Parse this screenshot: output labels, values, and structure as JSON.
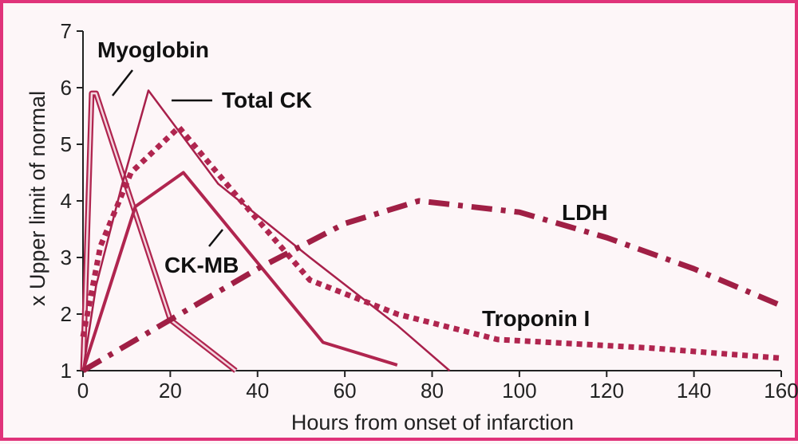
{
  "chart_data": {
    "type": "line",
    "title": "",
    "xlabel": "Hours from onset of infarction",
    "ylabel": "x Upper limit of normal",
    "xlim": [
      0,
      160
    ],
    "ylim": [
      1,
      7
    ],
    "xticks": [
      0,
      20,
      40,
      60,
      80,
      100,
      120,
      140,
      160
    ],
    "yticks": [
      1,
      2,
      3,
      4,
      5,
      6,
      7
    ],
    "grid": false,
    "series": [
      {
        "name": "Myoglobin",
        "color": "#b0254f",
        "style": "double-solid",
        "x": [
          0,
          2,
          3,
          20,
          35
        ],
        "y": [
          1,
          5.9,
          5.9,
          1.9,
          1.0
        ]
      },
      {
        "name": "Total CK",
        "color": "#a8204b",
        "style": "solid-thin",
        "x": [
          0,
          3,
          9,
          15,
          31,
          52,
          72,
          84
        ],
        "y": [
          1,
          2.5,
          4.3,
          5.95,
          4.3,
          3.0,
          1.8,
          1.0
        ]
      },
      {
        "name": "CK-MB",
        "color": "#b0254f",
        "style": "solid",
        "x": [
          0,
          12,
          23,
          55,
          72
        ],
        "y": [
          1,
          3.9,
          4.5,
          1.5,
          1.1
        ]
      },
      {
        "name": "Troponin I",
        "color": "#b0254f",
        "style": "dotted-thick",
        "x": [
          0,
          4,
          11,
          22,
          34,
          52,
          72,
          95,
          130,
          160
        ],
        "y": [
          1.6,
          3.2,
          4.5,
          5.3,
          4.2,
          2.6,
          2.0,
          1.55,
          1.4,
          1.22
        ]
      },
      {
        "name": "LDH",
        "color": "#a01f45",
        "style": "dash-dot",
        "x": [
          0,
          20,
          40,
          60,
          77,
          100,
          120,
          140,
          160
        ],
        "y": [
          1,
          1.9,
          2.8,
          3.6,
          4.0,
          3.8,
          3.35,
          2.8,
          2.15
        ]
      }
    ],
    "annotations": [
      {
        "text": "Myoglobin"
      },
      {
        "text": "Total CK"
      },
      {
        "text": "CK-MB"
      },
      {
        "text": "LDH"
      },
      {
        "text": "Troponin I"
      }
    ]
  }
}
